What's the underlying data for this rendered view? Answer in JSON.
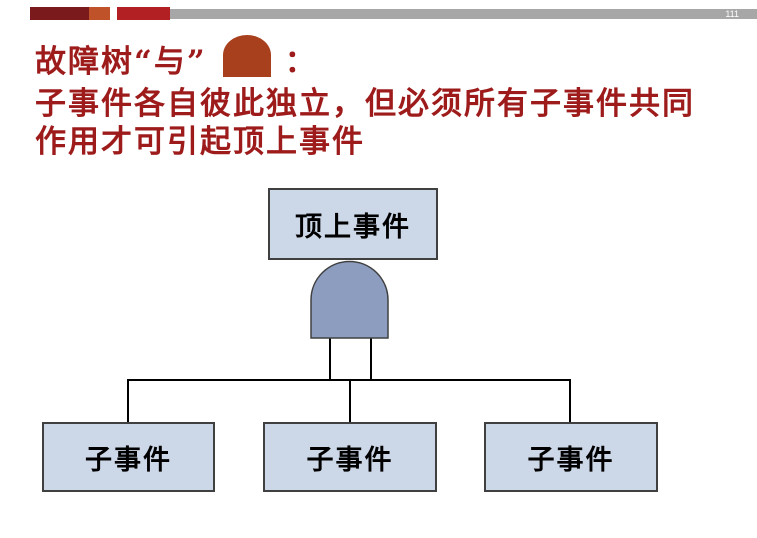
{
  "page": {
    "number": "111"
  },
  "title": {
    "line1_before_icon": "故障树“与”",
    "line1_after_icon": "：",
    "line2": "子事件各自彼此独立，但必须所有子事件共同",
    "line3": "作用才可引起顶上事件"
  },
  "diagram": {
    "gate_type": "AND",
    "top_event_label": "顶上事件",
    "child_event_labels": [
      "子事件",
      "子事件",
      "子事件"
    ]
  },
  "colors": {
    "title_text": "#9e1b1b",
    "title_gate_icon": "#a8401d",
    "box_fill": "#ccd7e8",
    "box_border": "#404040",
    "gate_fill": "#8d9dc0",
    "gate_border": "#404040",
    "connector": "#000000",
    "header_dark_red": "#7a1a1c",
    "header_orange": "#c05229",
    "header_red": "#b32024",
    "header_gray": "#a7a7a7"
  }
}
